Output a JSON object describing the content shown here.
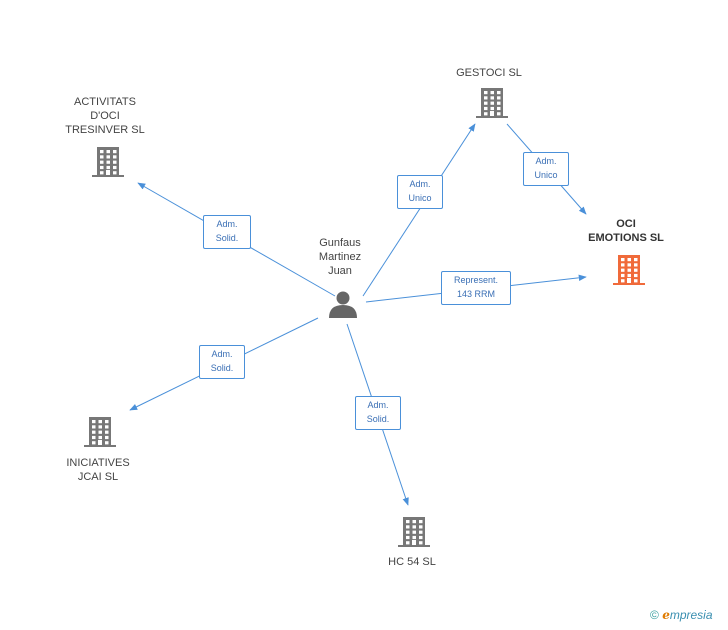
{
  "colors": {
    "edge": "#4a90d9",
    "building": "#777777",
    "building_highlight": "#f06a3a",
    "person": "#666666"
  },
  "nodes": [
    {
      "id": "person",
      "label": "Gunfaus\nMartinez\nJuan",
      "icon": "person-icon",
      "highlight": false
    },
    {
      "id": "gestoci",
      "label": "GESTOCI SL",
      "icon": "building-icon",
      "highlight": false
    },
    {
      "id": "activitats",
      "label": "ACTIVITATS\nD'OCI\nTRESINVER SL",
      "icon": "building-icon",
      "highlight": false
    },
    {
      "id": "oci",
      "label": "OCI\nEMOTIONS SL",
      "icon": "building-icon",
      "highlight": true
    },
    {
      "id": "iniciatives",
      "label": "INICIATIVES\nJCAI SL",
      "icon": "building-icon",
      "highlight": false
    },
    {
      "id": "hc54",
      "label": "HC 54 SL",
      "icon": "building-icon",
      "highlight": false
    }
  ],
  "edges": [
    {
      "from": "person",
      "to": "activitats",
      "label": "Adm.\nSolid."
    },
    {
      "from": "person",
      "to": "gestoci",
      "label": "Adm.\nUnico"
    },
    {
      "from": "gestoci",
      "to": "oci",
      "label": "Adm.\nUnico"
    },
    {
      "from": "person",
      "to": "oci",
      "label": "Represent.\n143 RRM"
    },
    {
      "from": "person",
      "to": "iniciatives",
      "label": "Adm.\nSolid."
    },
    {
      "from": "person",
      "to": "hc54",
      "label": "Adm.\nSolid."
    }
  ],
  "brand": {
    "copyright": "©",
    "e": "e",
    "name": "mpresia"
  }
}
